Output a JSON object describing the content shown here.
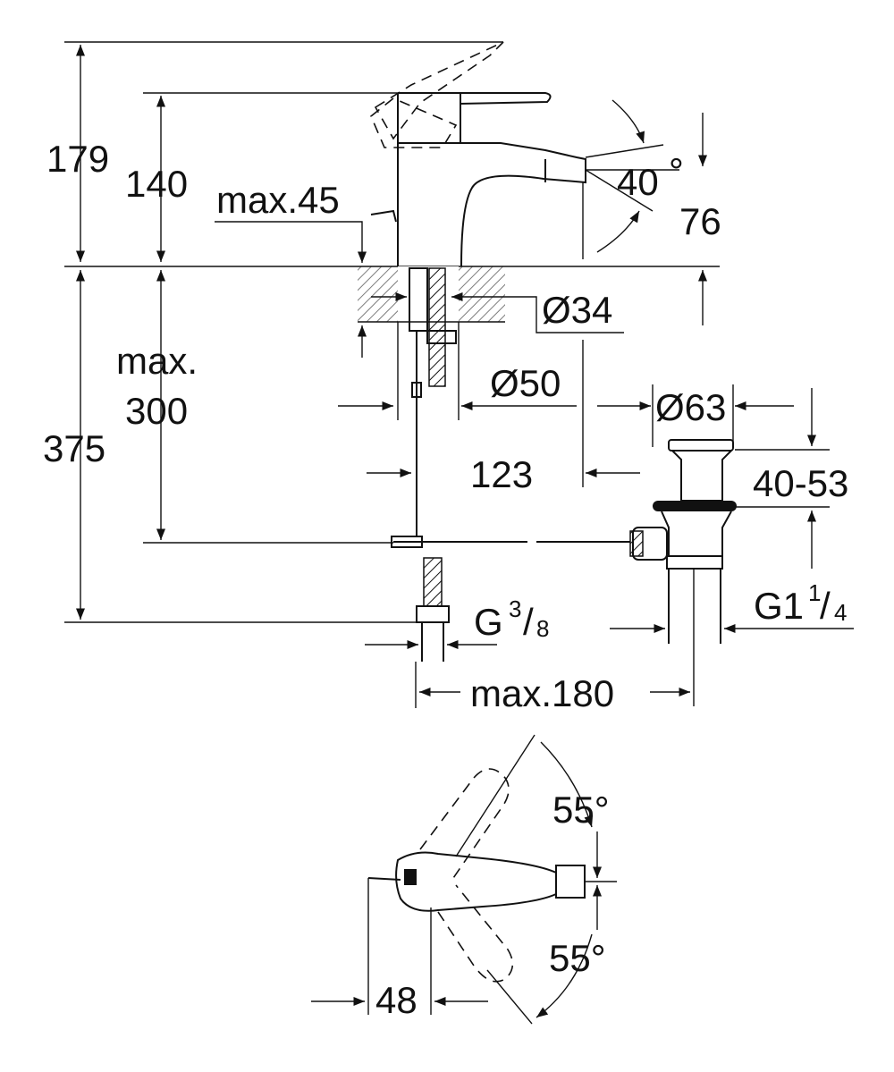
{
  "dimensions": {
    "total_height_179": "179",
    "spout_height_140": "140",
    "max_45": "max.45",
    "angle_40": "40",
    "deg": "°",
    "reach_76": "76",
    "dia_34": "Ø34",
    "max_label": "max.",
    "max_300": "300",
    "total_375": "375",
    "dia_50": "Ø50",
    "dia_63": "Ø63",
    "range_40_53": "40-53",
    "dist_123": "123",
    "thread_g": "G",
    "thread_g_num": "3",
    "thread_g_den": "8",
    "thread_g1": "G1",
    "thread_g1_num": "1",
    "thread_g1_den": "4",
    "max_180": "max.180",
    "angle_55_top": "55°",
    "angle_55_bottom": "55°",
    "dist_48": "48"
  }
}
